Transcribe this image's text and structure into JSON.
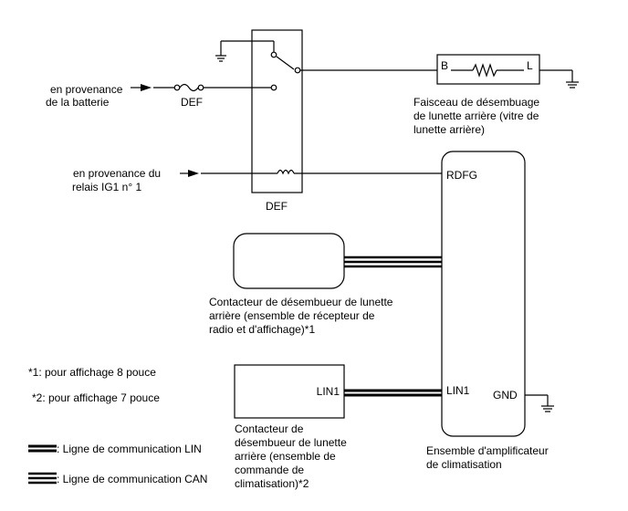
{
  "labels": {
    "battery": [
      "en provenance",
      "de la batterie"
    ],
    "fuse": "DEF",
    "relay": "DEF",
    "ig1": [
      "en provenance du",
      "relais IG1 n° 1"
    ],
    "harness": [
      "Faisceau de désembuage",
      "de lunette arrière (vitre de",
      "lunette arrière)"
    ],
    "harness_b": "B",
    "harness_l": "L",
    "rdfg": "RDFG",
    "lin1_amp": "LIN1",
    "gnd": "GND",
    "amp": [
      "Ensemble d'amplificateur",
      "de climatisation"
    ],
    "radio": [
      "Contacteur de désembueur de lunette",
      "arrière (ensemble de récepteur de",
      "radio et d'affichage)*1"
    ],
    "lin1_switch": "LIN1",
    "ac_switch": [
      "Contacteur de",
      "désembueur de lunette",
      "arrière (ensemble de",
      "commande de",
      "climatisation)*2"
    ]
  },
  "notes": {
    "n1": "*1: pour affichage 8 pouce",
    "n2": "*2: pour affichage 7 pouce"
  },
  "legend": {
    "lin": ": Ligne de communication LIN",
    "can": ": Ligne de communication CAN"
  }
}
